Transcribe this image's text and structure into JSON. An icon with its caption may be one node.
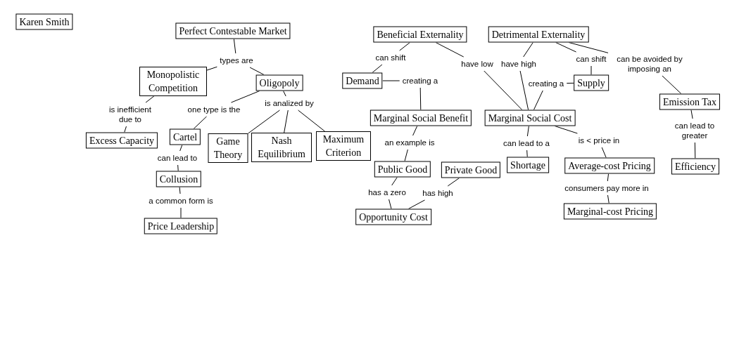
{
  "diagram": {
    "nodes": [
      {
        "text": [
          "Karen Smith"
        ]
      },
      {
        "text": [
          "Perfect Contestable Market"
        ]
      },
      {
        "text": [
          "types are"
        ]
      },
      {
        "text": [
          "Monopolistic Competition"
        ]
      },
      {
        "text": [
          "Oligopoly"
        ]
      },
      {
        "text": [
          "is inefficient due to"
        ]
      },
      {
        "text": [
          "one type is the"
        ]
      },
      {
        "text": [
          "is analized by"
        ]
      },
      {
        "text": [
          "Excess Capacity"
        ]
      },
      {
        "text": [
          "Cartel"
        ]
      },
      {
        "text": [
          "Game Theory"
        ]
      },
      {
        "text": [
          "Nash Equilibrium"
        ]
      },
      {
        "text": [
          "Maximum Criterion"
        ]
      },
      {
        "text": [
          "can lead to"
        ]
      },
      {
        "text": [
          "Collusion"
        ]
      },
      {
        "text": [
          "a common form is"
        ]
      },
      {
        "text": [
          "Price Leadership"
        ]
      },
      {
        "text": [
          "Beneficial Externality"
        ]
      },
      {
        "text": [
          "Detrimental Externality"
        ]
      },
      {
        "text": [
          "can shift"
        ]
      },
      {
        "text": [
          "have low"
        ]
      },
      {
        "text": [
          "have high"
        ]
      },
      {
        "text": [
          "can shift"
        ]
      },
      {
        "text": [
          "can be avoided by imposing an"
        ]
      },
      {
        "text": [
          "Demand"
        ]
      },
      {
        "text": [
          "creating a"
        ]
      },
      {
        "text": [
          "creating a"
        ]
      },
      {
        "text": [
          "Supply"
        ]
      },
      {
        "text": [
          "Marginal Social Benefit"
        ]
      },
      {
        "text": [
          "Marginal Social Cost"
        ]
      },
      {
        "text": [
          "Emission Tax"
        ]
      },
      {
        "text": [
          "an example is"
        ]
      },
      {
        "text": [
          "can lead to a"
        ]
      },
      {
        "text": [
          "is < price in"
        ]
      },
      {
        "text": [
          "can lead to greater"
        ]
      },
      {
        "text": [
          "Public Good"
        ]
      },
      {
        "text": [
          "Private Good"
        ]
      },
      {
        "text": [
          "Shortage"
        ]
      },
      {
        "text": [
          "Average-cost Pricing"
        ]
      },
      {
        "text": [
          "Efficiency"
        ]
      },
      {
        "text": [
          "has a zero"
        ]
      },
      {
        "text": [
          "has high"
        ]
      },
      {
        "text": [
          "consumers pay more in"
        ]
      },
      {
        "text": [
          "Opportunity Cost"
        ]
      },
      {
        "text": [
          "Marginal-cost Pricing"
        ]
      }
    ],
    "edges": [
      {
        "from": 1,
        "to": 2,
        "arrow": "none"
      },
      {
        "from": 2,
        "to": 3,
        "arrow": "none"
      },
      {
        "from": 2,
        "to": 4,
        "arrow": "none"
      },
      {
        "from": 3,
        "to": 5,
        "arrow": "none"
      },
      {
        "from": 5,
        "to": 8,
        "arrow": "none"
      },
      {
        "from": 4,
        "to": 6,
        "arrow": "none"
      },
      {
        "from": 6,
        "to": 9,
        "arrow": "none"
      },
      {
        "from": 4,
        "to": 7,
        "arrow": "none"
      },
      {
        "from": 7,
        "to": 10,
        "arrow": "none"
      },
      {
        "from": 7,
        "to": 11,
        "arrow": "none"
      },
      {
        "from": 7,
        "to": 12,
        "arrow": "none"
      },
      {
        "from": 9,
        "to": 13,
        "arrow": "none"
      },
      {
        "from": 13,
        "to": 14,
        "arrow": "none"
      },
      {
        "from": 14,
        "to": 15,
        "arrow": "none"
      },
      {
        "from": 15,
        "to": 16,
        "arrow": "none"
      },
      {
        "from": 17,
        "to": 19,
        "arrow": "none"
      },
      {
        "from": 19,
        "to": 24,
        "arrow": "none"
      },
      {
        "from": 17,
        "to": 20,
        "arrow": "none"
      },
      {
        "from": 20,
        "to": 29,
        "arrow": "none"
      },
      {
        "from": 18,
        "to": 21,
        "arrow": "none"
      },
      {
        "from": 21,
        "to": 29,
        "arrow": "none"
      },
      {
        "from": 18,
        "to": 22,
        "arrow": "none"
      },
      {
        "from": 22,
        "to": 27,
        "arrow": "none"
      },
      {
        "from": 18,
        "to": 23,
        "arrow": "none"
      },
      {
        "from": 23,
        "to": 30,
        "arrow": "none"
      },
      {
        "from": 24,
        "to": 25,
        "arrow": "none"
      },
      {
        "from": 25,
        "to": 28,
        "arrow": "none"
      },
      {
        "from": 27,
        "to": 26,
        "arrow": "none"
      },
      {
        "from": 26,
        "to": 29,
        "arrow": "none"
      },
      {
        "from": 28,
        "to": 31,
        "arrow": "none"
      },
      {
        "from": 31,
        "to": 35,
        "arrow": "none"
      },
      {
        "from": 29,
        "to": 32,
        "arrow": "none"
      },
      {
        "from": 32,
        "to": 37,
        "arrow": "none"
      },
      {
        "from": 29,
        "to": 33,
        "arrow": "none"
      },
      {
        "from": 33,
        "to": 38,
        "arrow": "none"
      },
      {
        "from": 30,
        "to": 34,
        "arrow": "none"
      },
      {
        "from": 34,
        "to": 39,
        "arrow": "none"
      },
      {
        "from": 35,
        "to": 40,
        "arrow": "none"
      },
      {
        "from": 40,
        "to": 43,
        "arrow": "none"
      },
      {
        "from": 36,
        "to": 41,
        "arrow": "none"
      },
      {
        "from": 41,
        "to": 43,
        "arrow": "none"
      },
      {
        "from": 38,
        "to": 42,
        "arrow": "none"
      },
      {
        "from": 42,
        "to": 44,
        "arrow": "none"
      }
    ]
  }
}
